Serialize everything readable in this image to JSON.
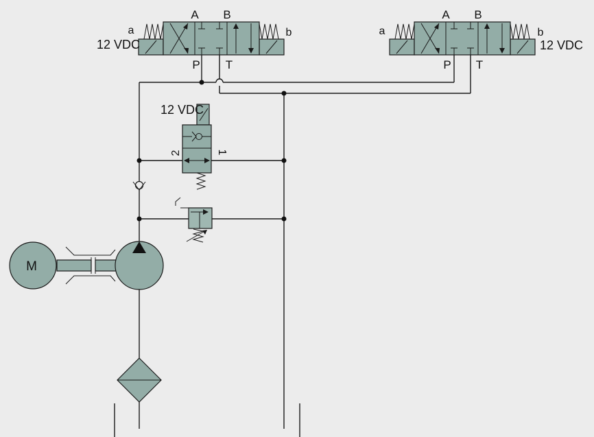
{
  "valve_left": {
    "port_a": "A",
    "port_b": "B",
    "port_p": "P",
    "port_t": "T",
    "solenoid_a": "a",
    "solenoid_b": "b",
    "voltage": "12 VDC"
  },
  "valve_right": {
    "port_a": "A",
    "port_b": "B",
    "port_p": "P",
    "port_t": "T",
    "solenoid_a": "a",
    "solenoid_b": "b",
    "voltage": "12 VDC"
  },
  "unload_valve": {
    "voltage": "12 VDC",
    "position_2": "2",
    "position_1": "1"
  },
  "motor": {
    "label": "M"
  },
  "colors": {
    "background": "#ececec",
    "component_fill": "#93ada7",
    "line": "#1a1a1a"
  }
}
